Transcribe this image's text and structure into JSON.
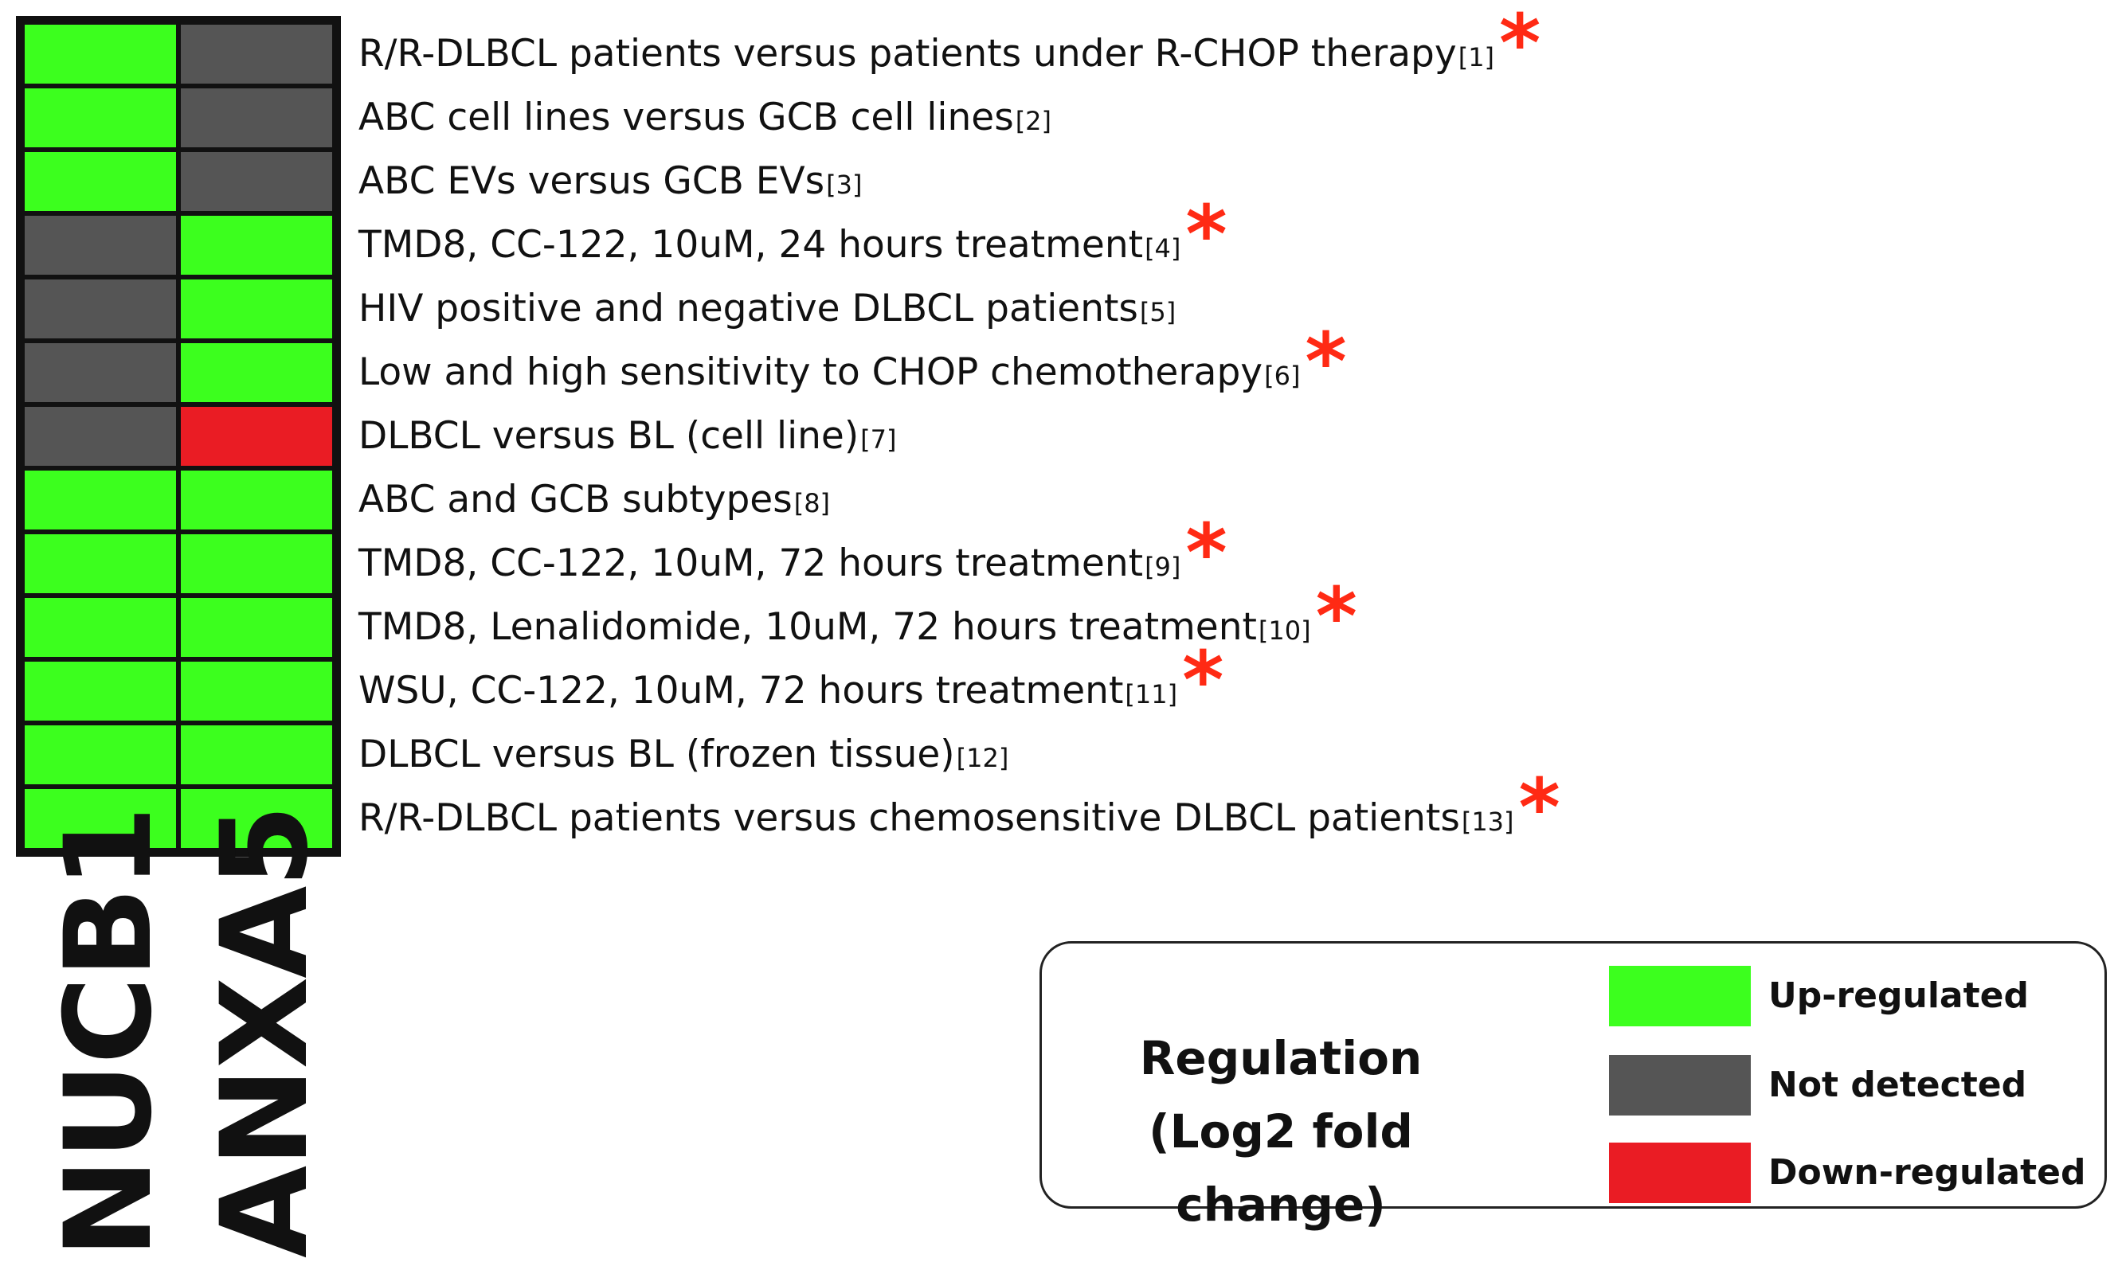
{
  "chart_data": {
    "type": "heatmap",
    "genes": [
      "NUCB1",
      "ANXA5"
    ],
    "colors": {
      "up": "#3cff1e",
      "nd": "#555555",
      "down": "#ea1c24",
      "border": "#111111",
      "star": "#ff2a14"
    },
    "rows": [
      {
        "label": "R/R-DLBCL patients versus patients under R-CHOP therapy",
        "ref": "[1]",
        "star": "*",
        "values": [
          "up",
          "nd"
        ]
      },
      {
        "label": "ABC cell lines versus GCB cell lines",
        "ref": "[2]",
        "star": "",
        "values": [
          "up",
          "nd"
        ]
      },
      {
        "label": "ABC EVs versus GCB EVs",
        "ref": "[3]",
        "star": "",
        "values": [
          "up",
          "nd"
        ]
      },
      {
        "label": "TMD8, CC-122, 10uM, 24 hours treatment",
        "ref": "[4]",
        "star": "*",
        "values": [
          "nd",
          "up"
        ]
      },
      {
        "label": "HIV positive and negative DLBCL patients",
        "ref": "[5]",
        "star": "",
        "values": [
          "nd",
          "up"
        ]
      },
      {
        "label": "Low and high sensitivity to CHOP chemotherapy",
        "ref": "[6]",
        "star": "*",
        "values": [
          "nd",
          "up"
        ]
      },
      {
        "label": "DLBCL versus BL (cell line)",
        "ref": "[7]",
        "star": "",
        "values": [
          "nd",
          "down"
        ]
      },
      {
        "label": "ABC and GCB subtypes",
        "ref": "[8]",
        "star": "",
        "values": [
          "up",
          "up"
        ]
      },
      {
        "label": "TMD8, CC-122, 10uM, 72 hours treatment",
        "ref": "[9]",
        "star": "*",
        "values": [
          "up",
          "up"
        ]
      },
      {
        "label": "TMD8, Lenalidomide, 10uM, 72 hours treatment",
        "ref": "[10]",
        "star": "*",
        "values": [
          "up",
          "up"
        ]
      },
      {
        "label": "WSU, CC-122, 10uM, 72 hours treatment",
        "ref": "[11]",
        "star": "*",
        "values": [
          "up",
          "up"
        ]
      },
      {
        "label": "DLBCL versus BL (frozen tissue)",
        "ref": "[12]",
        "star": "",
        "values": [
          "up",
          "up"
        ]
      },
      {
        "label": "R/R-DLBCL patients versus chemosensitive DLBCL patients",
        "ref": "[13]",
        "star": "*",
        "values": [
          "up",
          "up"
        ]
      }
    ],
    "legend": {
      "title_line1": "Regulation",
      "title_line2": "(Log2 fold change)",
      "items": [
        {
          "key": "up",
          "label": "Up-regulated"
        },
        {
          "key": "nd",
          "label": "Not detected"
        },
        {
          "key": "down",
          "label": "Down-regulated"
        }
      ]
    }
  }
}
